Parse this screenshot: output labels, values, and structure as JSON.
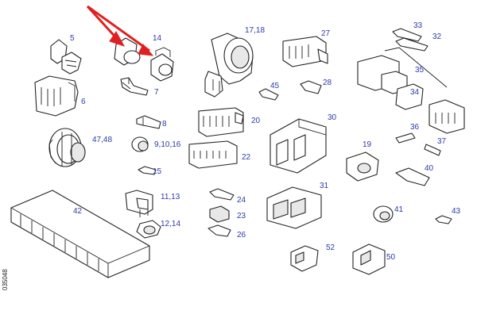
{
  "colors": {
    "label": "#2b3aa8",
    "arrow": "#e02020",
    "line": "#222222"
  },
  "side_code": "035048",
  "labels": {
    "l5": "5",
    "l14": "14",
    "l1718": "17,18",
    "l27": "27",
    "l33": "33",
    "l32": "32",
    "l6": "6",
    "l7": "7",
    "l45": "45",
    "l28": "28",
    "l35": "35",
    "l34": "34",
    "l8": "8",
    "l20": "20",
    "l30": "30",
    "l36": "36",
    "l4748": "47,48",
    "l91016": "9,10,16",
    "l37": "37",
    "l19": "19",
    "l22": "22",
    "l40": "40",
    "l15": "15",
    "l31": "31",
    "l1113": "11,13",
    "l24": "24",
    "l42": "42",
    "l41": "41",
    "l43": "43",
    "l23": "23",
    "l1214": "12,14",
    "l26": "26",
    "l52": "52",
    "l50": "50"
  }
}
